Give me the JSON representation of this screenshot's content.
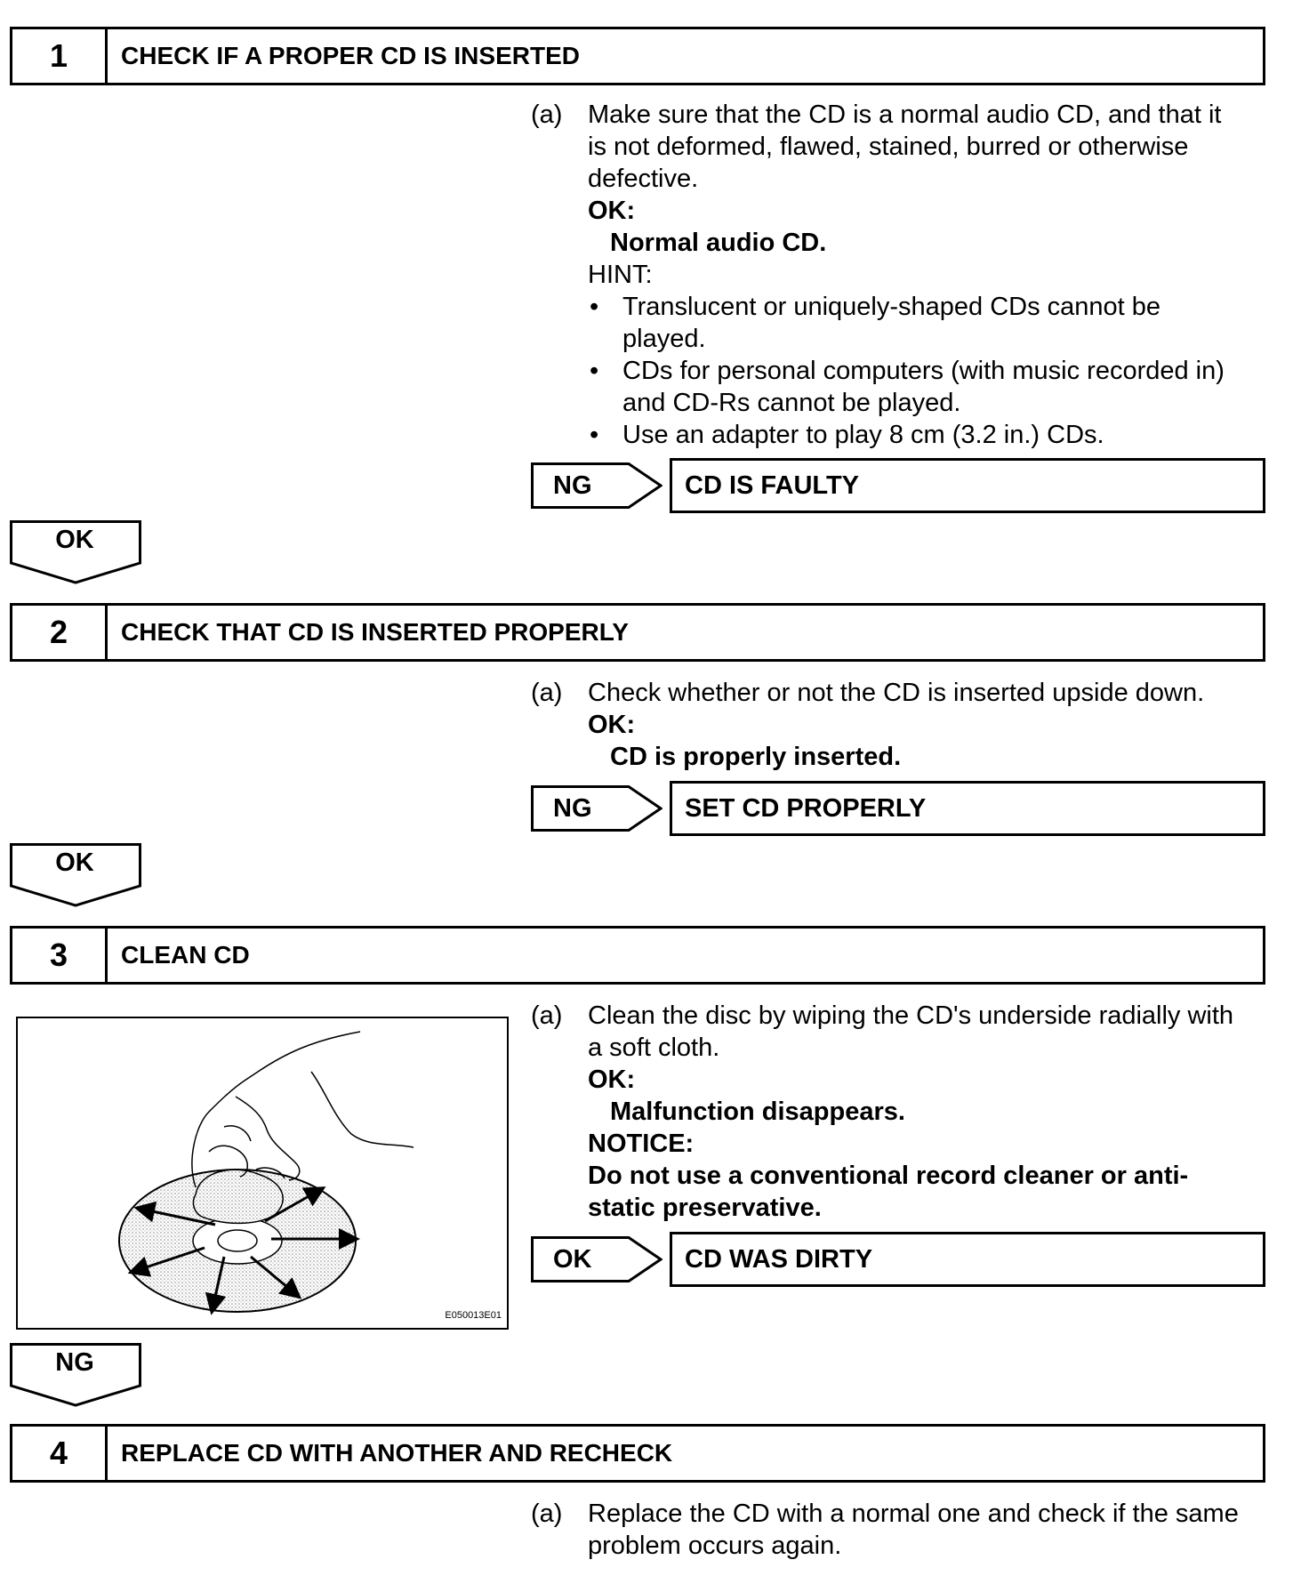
{
  "steps": [
    {
      "number": "1",
      "title": "CHECK IF A PROPER CD IS INSERTED",
      "lines": [
        "Make sure that the CD is a normal audio CD, and that it",
        "is not deformed, flawed, stained, burred or otherwise",
        "defective."
      ],
      "ok_label": "OK:",
      "ok_value": "Normal audio CD.",
      "hint_label": "HINT:",
      "hints": [
        [
          "Translucent or uniquely-shaped CDs cannot be",
          "played."
        ],
        [
          "CDs for personal computers (with music recorded in)",
          "and CD-Rs cannot be played."
        ],
        [
          "Use an adapter to play 8 cm (3.2 in.) CDs."
        ]
      ],
      "result_label": "NG",
      "result_text": "CD IS FAULTY",
      "flow_label": "OK"
    },
    {
      "number": "2",
      "title": "CHECK THAT CD IS INSERTED PROPERLY",
      "lines": [
        "Check whether or not the CD is inserted upside down."
      ],
      "ok_label": "OK:",
      "ok_value": "CD is properly inserted.",
      "result_label": "NG",
      "result_text": "SET CD PROPERLY",
      "flow_label": "OK"
    },
    {
      "number": "3",
      "title": "CLEAN CD",
      "lines": [
        "Clean the disc by wiping the CD's underside radially with",
        "a soft cloth."
      ],
      "ok_label": "OK:",
      "ok_value": "Malfunction disappears.",
      "notice_label": "NOTICE:",
      "notice_lines": [
        "Do not use a conventional record cleaner or anti-",
        "static preservative."
      ],
      "result_label": "OK",
      "result_text": "CD WAS DIRTY",
      "flow_label": "NG",
      "illustration_code": "E050013E01"
    },
    {
      "number": "4",
      "title": "REPLACE CD WITH ANOTHER AND RECHECK",
      "lines": [
        "Replace the CD with a normal one and check if the same",
        "problem occurs again."
      ]
    }
  ],
  "item_marker": "(a)",
  "bullet": "•"
}
